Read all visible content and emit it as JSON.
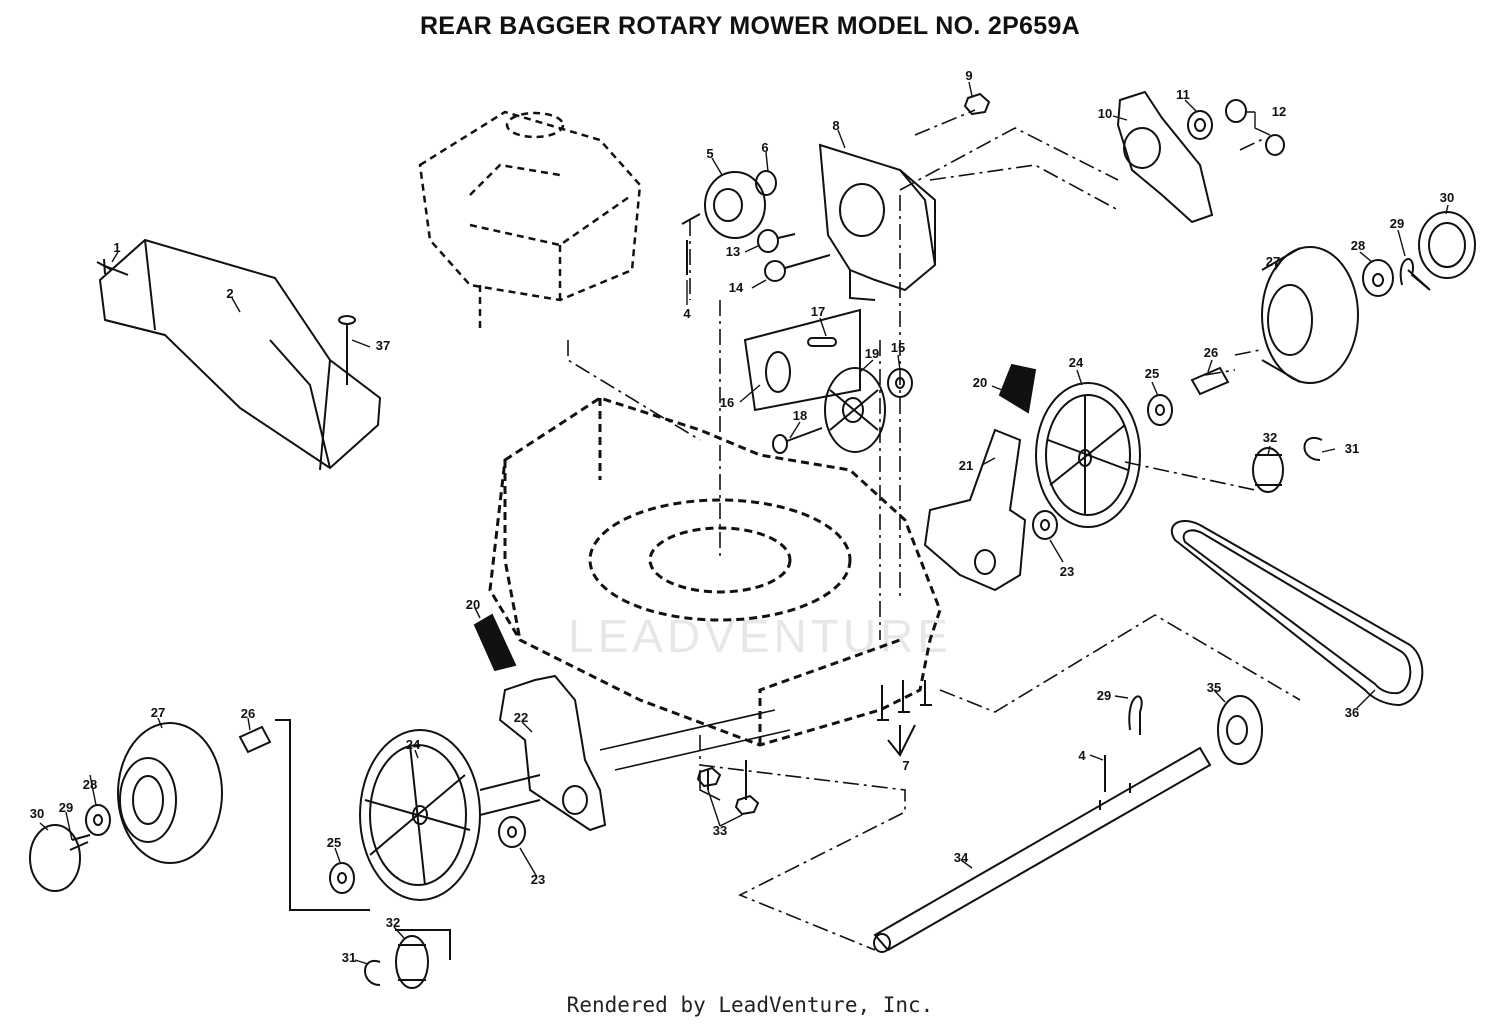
{
  "title": "REAR BAGGER ROTARY MOWER MODEL NO.  2P659A",
  "footer": "Rendered by LeadVenture, Inc.",
  "watermark": "LEADVENTURE",
  "callouts": [
    {
      "id": "1",
      "text": "1"
    },
    {
      "id": "2",
      "text": "2"
    },
    {
      "id": "37",
      "text": "37"
    },
    {
      "id": "5",
      "text": "5"
    },
    {
      "id": "6",
      "text": "6"
    },
    {
      "id": "4a",
      "text": "4"
    },
    {
      "id": "13",
      "text": "13"
    },
    {
      "id": "14",
      "text": "14"
    },
    {
      "id": "8",
      "text": "8"
    },
    {
      "id": "9",
      "text": "9"
    },
    {
      "id": "10",
      "text": "10"
    },
    {
      "id": "11",
      "text": "11"
    },
    {
      "id": "12",
      "text": "12"
    },
    {
      "id": "30a",
      "text": "30"
    },
    {
      "id": "29a",
      "text": "29"
    },
    {
      "id": "28a",
      "text": "28"
    },
    {
      "id": "27a",
      "text": "27"
    },
    {
      "id": "17",
      "text": "17"
    },
    {
      "id": "16",
      "text": "16"
    },
    {
      "id": "19",
      "text": "19"
    },
    {
      "id": "15",
      "text": "15"
    },
    {
      "id": "18",
      "text": "18"
    },
    {
      "id": "20a",
      "text": "20"
    },
    {
      "id": "24a",
      "text": "24"
    },
    {
      "id": "25a",
      "text": "25"
    },
    {
      "id": "26a",
      "text": "26"
    },
    {
      "id": "32a",
      "text": "32"
    },
    {
      "id": "31a",
      "text": "31"
    },
    {
      "id": "21",
      "text": "21"
    },
    {
      "id": "23a",
      "text": "23"
    },
    {
      "id": "36",
      "text": "36"
    },
    {
      "id": "20b",
      "text": "20"
    },
    {
      "id": "27b",
      "text": "27"
    },
    {
      "id": "26b",
      "text": "26"
    },
    {
      "id": "22",
      "text": "22"
    },
    {
      "id": "24b",
      "text": "24"
    },
    {
      "id": "30b",
      "text": "30"
    },
    {
      "id": "29b",
      "text": "29"
    },
    {
      "id": "28b",
      "text": "28"
    },
    {
      "id": "25b",
      "text": "25"
    },
    {
      "id": "23b",
      "text": "23"
    },
    {
      "id": "32b",
      "text": "32"
    },
    {
      "id": "31b",
      "text": "31"
    },
    {
      "id": "33",
      "text": "33"
    },
    {
      "id": "7",
      "text": "7"
    },
    {
      "id": "29c",
      "text": "29"
    },
    {
      "id": "35",
      "text": "35"
    },
    {
      "id": "4b",
      "text": "4"
    },
    {
      "id": "34",
      "text": "34"
    }
  ]
}
